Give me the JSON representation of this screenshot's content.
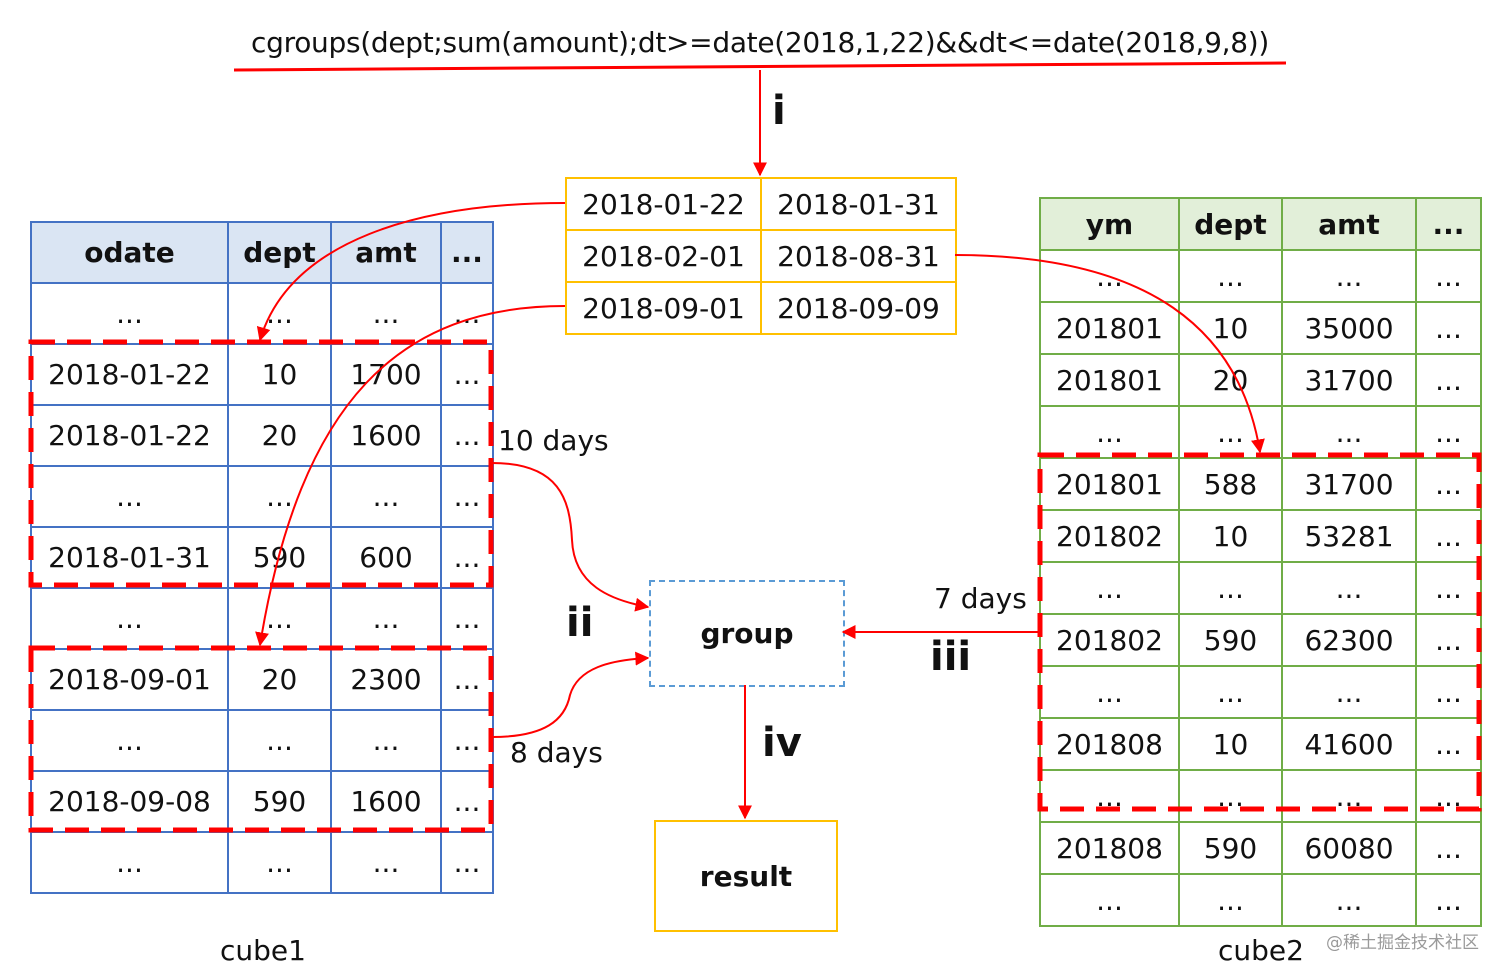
{
  "formula": "cgroups(dept;sum(amount);dt>=date(2018,1,22)&&dt<=date(2018,9,8))",
  "steps": {
    "i": "i",
    "ii": "ii",
    "iii": "iii",
    "iv": "iv"
  },
  "ranges": [
    [
      "2018-01-22",
      "2018-01-31"
    ],
    [
      "2018-02-01",
      "2018-08-31"
    ],
    [
      "2018-09-01",
      "2018-09-09"
    ]
  ],
  "cube1": {
    "name": "cube1",
    "headers": [
      "odate",
      "dept",
      "amt",
      "..."
    ],
    "rows": [
      [
        "...",
        "...",
        "...",
        "..."
      ],
      [
        "2018-01-22",
        "10",
        "1700",
        "..."
      ],
      [
        "2018-01-22",
        "20",
        "1600",
        "..."
      ],
      [
        "...",
        "...",
        "...",
        "..."
      ],
      [
        "2018-01-31",
        "590",
        "600",
        "..."
      ],
      [
        "...",
        "...",
        "...",
        "..."
      ],
      [
        "2018-09-01",
        "20",
        "2300",
        "..."
      ],
      [
        "...",
        "...",
        "...",
        "..."
      ],
      [
        "2018-09-08",
        "590",
        "1600",
        "..."
      ],
      [
        "...",
        "...",
        "...",
        "..."
      ]
    ]
  },
  "cube2": {
    "name": "cube2",
    "headers": [
      "ym",
      "dept",
      "amt",
      "..."
    ],
    "rows": [
      [
        "...",
        "...",
        "...",
        "..."
      ],
      [
        "201801",
        "10",
        "35000",
        "..."
      ],
      [
        "201801",
        "20",
        "31700",
        "..."
      ],
      [
        "...",
        "...",
        "...",
        "..."
      ],
      [
        "201801",
        "588",
        "31700",
        "..."
      ],
      [
        "201802",
        "10",
        "53281",
        "..."
      ],
      [
        "...",
        "...",
        "...",
        "..."
      ],
      [
        "201802",
        "590",
        "62300",
        "..."
      ],
      [
        "...",
        "...",
        "...",
        "..."
      ],
      [
        "201808",
        "10",
        "41600",
        "..."
      ],
      [
        "...",
        "...",
        "...",
        "..."
      ],
      [
        "201808",
        "590",
        "60080",
        "..."
      ],
      [
        "...",
        "...",
        "...",
        "..."
      ]
    ]
  },
  "labels": {
    "days10": "10 days",
    "days8": "8 days",
    "days7": "7 days"
  },
  "group_label": "group",
  "result_label": "result",
  "watermark": "@稀土掘金技术社区",
  "colors": {
    "blue": "#4472c4",
    "green": "#70ad47",
    "yellow": "#ffc000",
    "red": "#ff0000",
    "dash_blue": "#5b9bd5"
  }
}
